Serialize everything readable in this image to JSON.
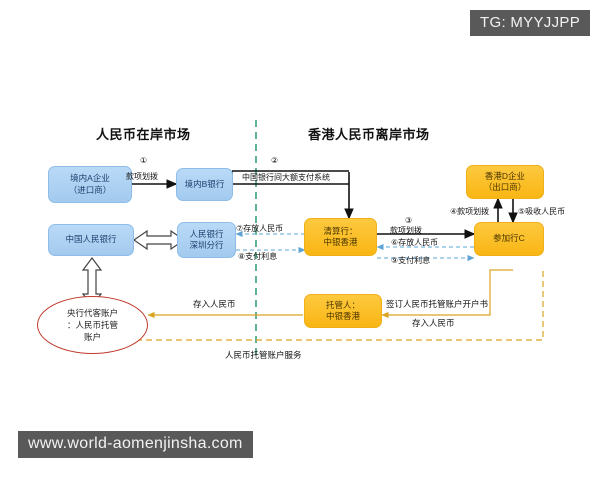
{
  "watermarks": {
    "top_right": "TG: MYYJJPP",
    "bottom_left": "www.world-aomenjinsha.com"
  },
  "titles": {
    "left_market": "人民币在岸市场",
    "right_market": "香港人民币离岸市场"
  },
  "nodes": {
    "onshore_enterprise_a": "境内A企业\n（进口商）",
    "onshore_bank_b": "境内B银行",
    "pboc": "中国人民银行",
    "pboc_shenzhen": "人民银行\n深圳分行",
    "custody_account": "央行代客账户\n：人民币托管\n账户",
    "clearing_bank": "清算行：\n中银香港",
    "custodian": "托管人：\n中银香港",
    "participating_bank_c": "参加行C",
    "hk_enterprise_d": "香港D企业\n（出口商）"
  },
  "edges": {
    "step1_marker": "①",
    "step1_label": "款项划拨",
    "step2_marker": "②",
    "step2_label": "中国银行间大额支付系统",
    "step3_marker": "③",
    "step3_label": "款项划拨",
    "step4_label": "④款项划拨",
    "step5_label": "⑤吸收人民币",
    "step6_label": "⑥存放人民币",
    "step7_label": "⑦存放人民币",
    "step8_label": "⑧支付利息",
    "step9_label": "⑨支付利息",
    "deposit_rmb_left": "存入人民币",
    "deposit_rmb_right": "存入人民币",
    "sign_custody_agreement": "签订人民币托管账户开户书",
    "custody_service": "人民币托管账户服务"
  },
  "colors": {
    "blue_fill": "#aed2f2",
    "orange_fill": "#fcbf27",
    "ellipse_stroke": "#c0392b",
    "divider_green": "#3c9e78",
    "yellow_line": "#d9a520",
    "blue_dashed": "#7ab6e0",
    "watermark_bg": "#595959"
  }
}
